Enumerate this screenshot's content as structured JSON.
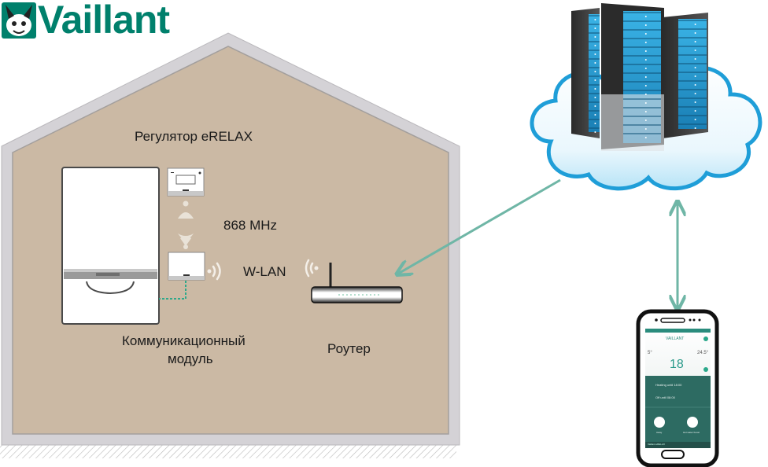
{
  "brand": {
    "name": "Vaillant",
    "color": "#00806c"
  },
  "house": {
    "wall_color": "#cbb9a4",
    "frame_color": "#d4d2d6"
  },
  "labels": {
    "controller": "Регулятор eRELAX",
    "frequency": "868 MHz",
    "wlan": "W-LAN",
    "comm_module_line1": "Коммуникационный",
    "comm_module_line2": "модуль",
    "router": "Роутер"
  },
  "devices": {
    "boiler": "boiler",
    "controller": "eRELAX controller",
    "comm_module": "communication module",
    "router": "router",
    "cloud": "cloud servers",
    "smartphone": "smartphone app"
  },
  "phone_app": {
    "title": "VAILLANT",
    "temp_left": "5°",
    "temp_right": "24.5°",
    "setpoint": "18",
    "row1": "Heating until 18:00",
    "row2": "Off until 08:00",
    "btn1": "Away",
    "btn2": "Hot water boost",
    "footer": "Vaillant eRELAX"
  },
  "colors": {
    "arrow": "#6fb6a6",
    "cable": "#2fa88a",
    "cloud_edge": "#1f9ed8"
  }
}
